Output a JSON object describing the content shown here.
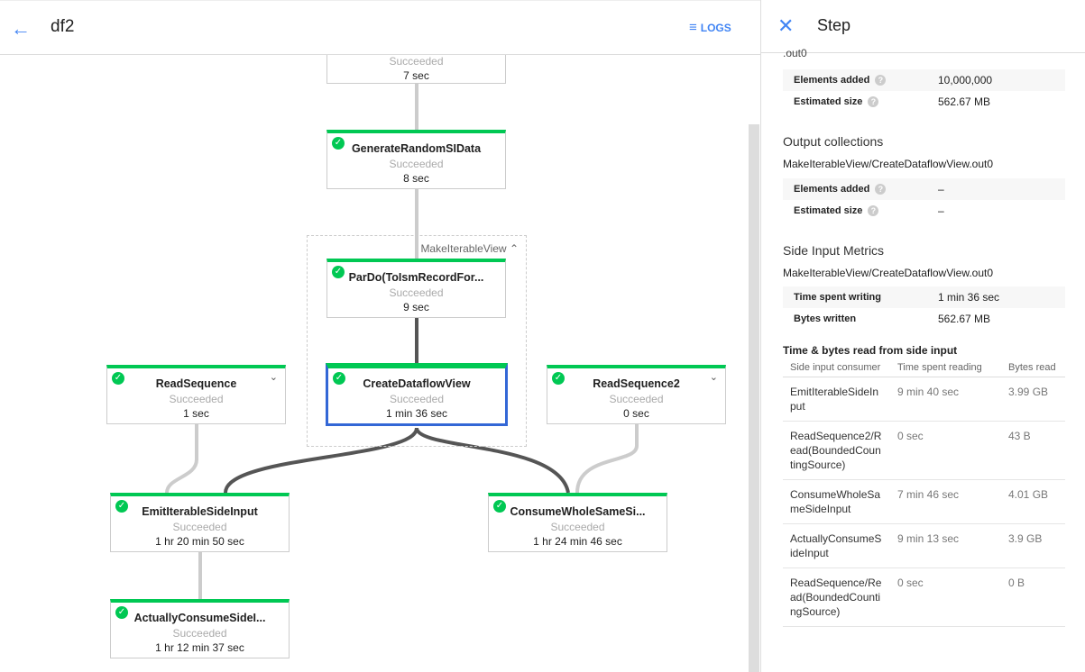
{
  "header": {
    "title": "df2",
    "logs_label": "LOGS"
  },
  "graph": {
    "group_label": "MakeIterableView",
    "nodes": [
      {
        "name": "",
        "status": "Succeeded",
        "duration": "7 sec"
      },
      {
        "name": "GenerateRandomSIData",
        "status": "Succeeded",
        "duration": "8 sec"
      },
      {
        "name": "ParDo(ToIsmRecordFor...",
        "status": "Succeeded",
        "duration": "9 sec"
      },
      {
        "name": "CreateDataflowView",
        "status": "Succeeded",
        "duration": "1 min 36 sec"
      },
      {
        "name": "ReadSequence",
        "status": "Succeeded",
        "duration": "1 sec"
      },
      {
        "name": "ReadSequence2",
        "status": "Succeeded",
        "duration": "0 sec"
      },
      {
        "name": "EmitIterableSideInput",
        "status": "Succeeded",
        "duration": "1 hr 20 min 50 sec"
      },
      {
        "name": "ConsumeWholeSameSi...",
        "status": "Succeeded",
        "duration": "1 hr 24 min 46 sec"
      },
      {
        "name": "ActuallyConsumeSideI...",
        "status": "Succeeded",
        "duration": "1 hr 12 min 37 sec"
      }
    ],
    "colors": {
      "success": "#00c853",
      "selected": "#3367d6"
    }
  },
  "panel": {
    "title": "Step",
    "input_tail": ".out0",
    "input_metrics": [
      {
        "k": "Elements added",
        "v": "10,000,000"
      },
      {
        "k": "Estimated size",
        "v": "562.67 MB"
      }
    ],
    "output_heading": "Output collections",
    "output_name": "MakeIterableView/CreateDataflowView.out0",
    "output_metrics": [
      {
        "k": "Elements added",
        "v": "–"
      },
      {
        "k": "Estimated size",
        "v": "–"
      }
    ],
    "side_heading": "Side Input Metrics",
    "side_name": "MakeIterableView/CreateDataflowView.out0",
    "side_metrics": [
      {
        "k": "Time spent writing",
        "v": "1 min 36 sec"
      },
      {
        "k": "Bytes written",
        "v": "562.67 MB"
      }
    ],
    "read_heading": "Time & bytes read from side input",
    "columns": [
      "Side input consumer",
      "Time spent reading",
      "Bytes read"
    ],
    "rows": [
      [
        "EmitIterableSideInput",
        "9 min 40 sec",
        "3.99 GB"
      ],
      [
        "ReadSequence2/Read(BoundedCountingSource)",
        "0 sec",
        "43 B"
      ],
      [
        "ConsumeWholeSameSideInput",
        "7 min 46 sec",
        "4.01 GB"
      ],
      [
        "ActuallyConsumeSideInput",
        "9 min 13 sec",
        "3.9 GB"
      ],
      [
        "ReadSequence/Read(BoundedCountingSource)",
        "0 sec",
        "0 B"
      ]
    ]
  }
}
